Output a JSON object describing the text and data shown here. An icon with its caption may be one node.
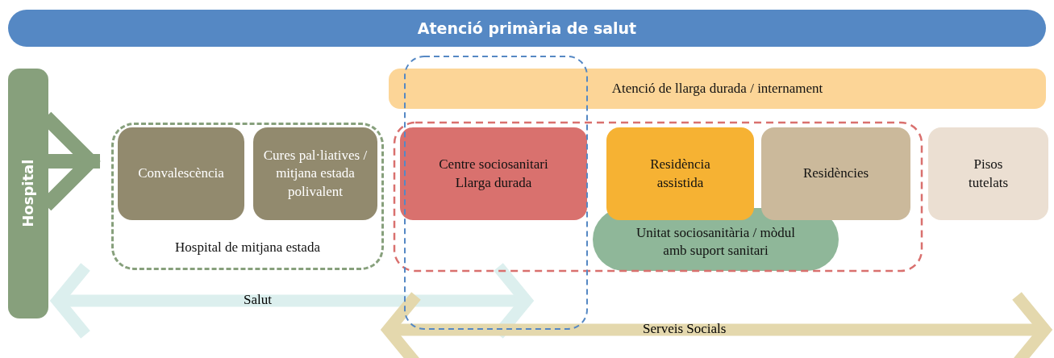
{
  "diagram": {
    "nodes": [
      {
        "text": [
          "Atenció primària de salut"
        ]
      },
      {
        "text": [
          "Hospital"
        ]
      },
      {
        "text": [
          "Hospital de mitjana estada"
        ]
      },
      {
        "text": [
          "Convalescència"
        ],
        "in": 2
      },
      {
        "text": [
          "Cures pal·liatives / mitjana estada polivalent"
        ],
        "in": 2
      },
      {
        "text": [
          "Atenció de llarga durada / internament"
        ]
      },
      {
        "text": [
          "Centre sociosanitari Llarga durada"
        ]
      },
      {
        "text": [
          "Residència assistida"
        ]
      },
      {
        "text": [
          "Residències"
        ]
      },
      {
        "text": [
          "Pisos tutelats"
        ]
      },
      {
        "text": [
          "Unitat sociosanitària / mòdul amb suport sanitari"
        ]
      }
    ],
    "edges": [
      {
        "from": 1,
        "to": 2,
        "arrow": "to"
      }
    ],
    "labels": [
      "Salut",
      "Serveis Socials"
    ]
  }
}
